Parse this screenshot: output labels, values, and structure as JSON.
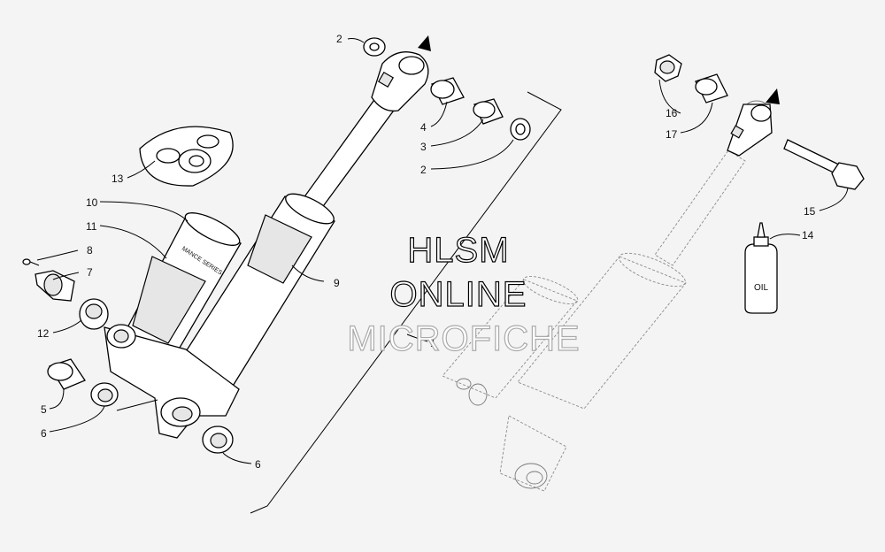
{
  "callouts": [
    {
      "id": "c2a",
      "label": "2"
    },
    {
      "id": "c4",
      "label": "4"
    },
    {
      "id": "c3",
      "label": "3"
    },
    {
      "id": "c2b",
      "label": "2"
    },
    {
      "id": "c16",
      "label": "16"
    },
    {
      "id": "c17",
      "label": "17"
    },
    {
      "id": "c15",
      "label": "15"
    },
    {
      "id": "c14",
      "label": "14"
    },
    {
      "id": "c13",
      "label": "13"
    },
    {
      "id": "c10",
      "label": "10"
    },
    {
      "id": "c11",
      "label": "11"
    },
    {
      "id": "c8",
      "label": "8"
    },
    {
      "id": "c7",
      "label": "7"
    },
    {
      "id": "c12",
      "label": "12"
    },
    {
      "id": "c9",
      "label": "9"
    },
    {
      "id": "c1",
      "label": "1"
    },
    {
      "id": "c5",
      "label": "5"
    },
    {
      "id": "c6a",
      "label": "6"
    },
    {
      "id": "c6b",
      "label": "6"
    }
  ],
  "watermark": {
    "line1": "HLSM",
    "line2": "ONLINE",
    "line3": "MICROFICHE"
  },
  "labels": {
    "oil": "OIL",
    "decal": "MANCE SERIES"
  }
}
